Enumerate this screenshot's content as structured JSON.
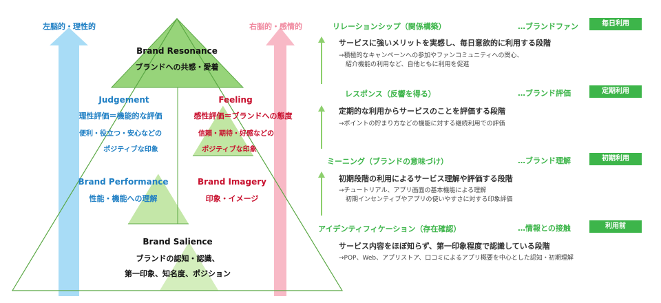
{
  "left_arrow": {
    "label": "左脳的・理性的",
    "color": "#a8dcf6"
  },
  "right_arrow": {
    "label": "右脳的・感情的",
    "color": "#f8b9c6"
  },
  "pyramid": {
    "colors": {
      "top": "#8ccf6c",
      "middle": "#b3e08f",
      "bottom": "#cdebb2",
      "line": "#5ba845"
    },
    "resonance": {
      "title": "Brand Resonance",
      "sub": "ブランドへの共感・愛着"
    },
    "judgement": {
      "title": "Judgement",
      "line1": "理性評価＝機能的な評価",
      "line2": "便利・役立つ・安心などの",
      "line3": "ポジティブな印象"
    },
    "feeling": {
      "title": "Feeling",
      "line1": "感性評価＝ブランドへの態度",
      "line2": "信頼・期待・好感などの",
      "line3": "ポジティブな印象"
    },
    "performance": {
      "title": "Brand Performance",
      "sub": "性能・機能への理解"
    },
    "imagery": {
      "title": "Brand Imagery",
      "sub": "印象・イメージ"
    },
    "salience": {
      "title": "Brand Salience",
      "line1": "ブランドの認知・認識、",
      "line2": "第一印象、知名度、ポジション"
    }
  },
  "stages": [
    {
      "title": "リレーションシップ（関係構築）",
      "goal": "…ブランドファン",
      "badge": "毎日利用",
      "desc": "サービスに強いメリットを実感し、毎日意欲的に利用する段階",
      "note1": "→積極的なキャンペーンへの参加やファンコミュニティへの関心、",
      "note2": "紹介機能の利用など、自他ともに利用を促進"
    },
    {
      "title": "レスポンス（反響を得る）",
      "goal": "…ブランド評価",
      "badge": "定期利用",
      "desc": "定期的な利用からサービスのことを評価する段階",
      "note1": "→ポイントの貯まり方などの機能に対する継続利用での評価",
      "note2": ""
    },
    {
      "title": "ミーニング（ブランドの意味づけ）",
      "goal": "…ブランド理解",
      "badge": "初期利用",
      "desc": "初期段階の利用によるサービス理解や評価する段階",
      "note1": "→チュートリアル、アプリ画面の基本機能による理解",
      "note2": "初期インセンティブやアプリの使いやすさに対する印象評価"
    },
    {
      "title": "アイデンティフィケーション（存在確認）",
      "goal": "…情報との接触",
      "badge": "利用前",
      "desc": "サービス内容をほぼ知らず、第一印象程度で認識している段階",
      "note1": "→POP、Web、アプリストア、口コミによるアプリ概要を中心とした認知・初期理解",
      "note2": ""
    }
  ],
  "accent_color": "#3db54a"
}
